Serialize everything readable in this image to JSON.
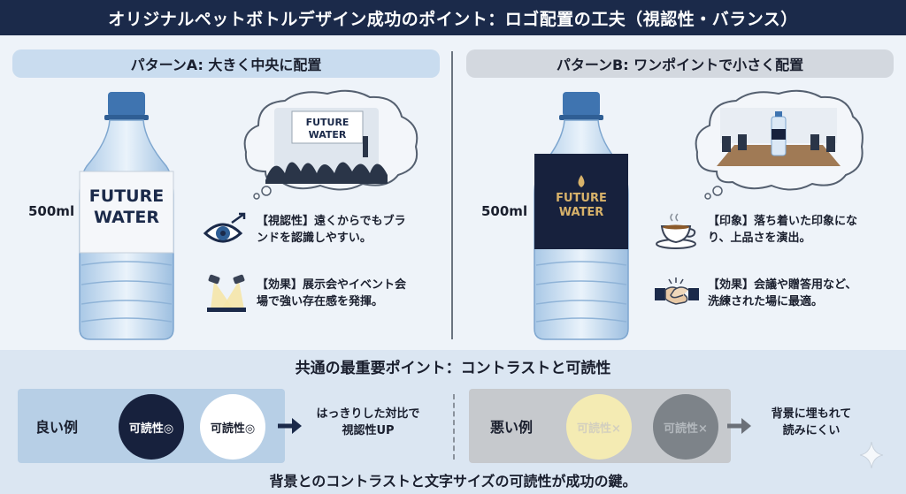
{
  "title": "オリジナルペットボトルデザイン成功のポイント：ロゴ配置の工夫（視認性・バランス）",
  "pattern_a": {
    "title": "パターンA: 大きく中央に配置",
    "logo_line1": "FUTURE",
    "logo_line2": "WATER",
    "volume": "500ml",
    "bubble_logo_line1": "FUTURE",
    "bubble_logo_line2": "WATER",
    "point1": "【視認性】遠くからでもブランドを認識しやすい。",
    "point1_l1": "【視認性】遠くからでもブラ",
    "point1_l2": "ンドを認識しやすい。",
    "point2_l1": "【効果】展示会やイベント会",
    "point2_l2": "場で強い存在感を発揮。",
    "icons": [
      "eye-icon",
      "spotlight-icon"
    ]
  },
  "pattern_b": {
    "title": "パターンB: ワンポイントで小さく配置",
    "logo_line1": "FUTURE",
    "logo_line2": "WATER",
    "volume": "500ml",
    "point1_l1": "【印象】落ち着いた印象にな",
    "point1_l2": "り、上品さを演出。",
    "point2_l1": "【効果】会議や贈答用など、",
    "point2_l2": "洗練された場に最適。",
    "icons": [
      "coffee-cup-icon",
      "handshake-icon"
    ]
  },
  "common": {
    "title": "共通の最重要ポイント：コントラストと可読性",
    "good_label": "良い例",
    "good_circle1": "可読性◎",
    "good_circle2": "可読性◎",
    "good_result_l1": "はっきりした対比で",
    "good_result_l2": "視認性UP",
    "bad_label": "悪い例",
    "bad_circle1": "可読性×",
    "bad_circle2": "可読性×",
    "bad_result_l1": "背景に埋もれて",
    "bad_result_l2": "読みにくい",
    "footer": "背景とのコントラストと文字サイズの可読性が成功の鍵。"
  },
  "colors": {
    "header": "#1b2a4a",
    "navy": "#17213d",
    "gold": "#d8b26a",
    "bottle_cap": "#3f74b0"
  }
}
